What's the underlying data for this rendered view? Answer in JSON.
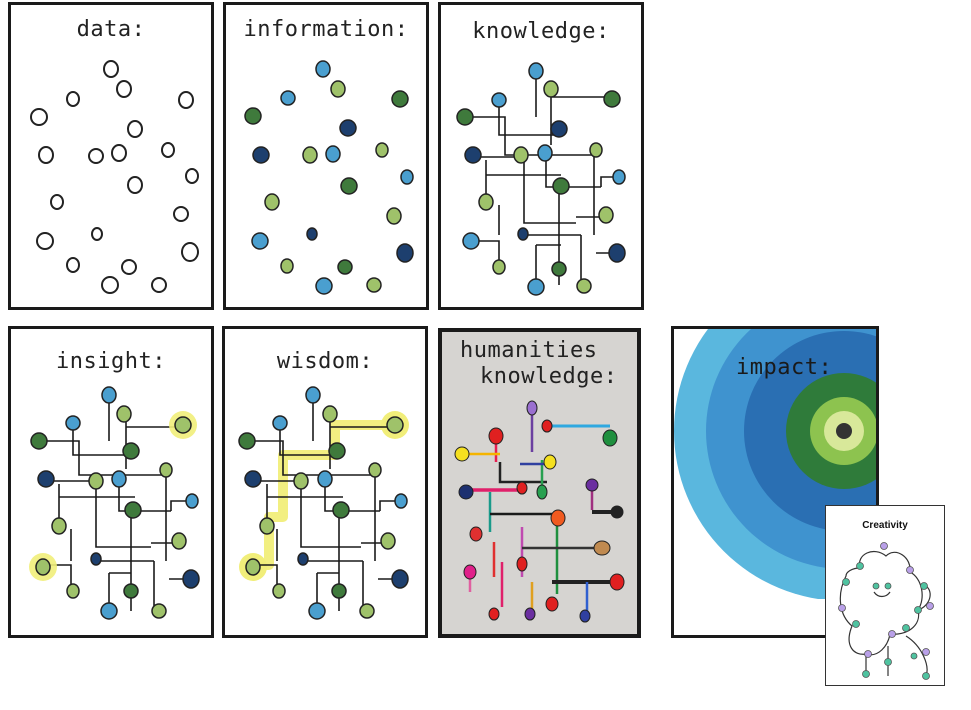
{
  "panels": {
    "data": {
      "title": "data:"
    },
    "information": {
      "title": "information:"
    },
    "knowledge": {
      "title": "knowledge:"
    },
    "insight": {
      "title": "insight:"
    },
    "wisdom": {
      "title": "wisdom:"
    },
    "humanities": {
      "title_line1": "humanities",
      "title_line2": "knowledge:"
    },
    "impact": {
      "title": "impact:"
    },
    "creativity": {
      "title": "Creativity"
    }
  },
  "colors": {
    "navy": "#1d3f6e",
    "blue": "#4a9fcf",
    "green": "#3f7a3c",
    "lime": "#9fc26a",
    "highlight": "#f1ee7a",
    "line": "#1a1a1a",
    "impact_rings": [
      "#5ab7de",
      "#3f93cf",
      "#2a6fb3",
      "#2f7b3a",
      "#8dc34f",
      "#d8e89a",
      "#333333"
    ]
  }
}
